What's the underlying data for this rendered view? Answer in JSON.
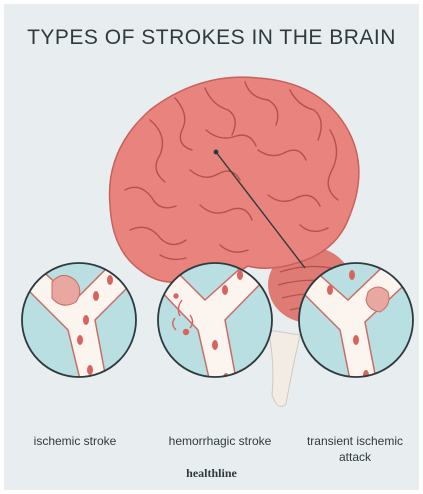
{
  "title": "TYPES OF STROKES IN THE BRAIN",
  "labels": {
    "ischemic": "ischemic stroke",
    "hemorrhagic": "hemorrhagic stroke",
    "tia": "transient ischemic attack"
  },
  "brand": "healthline",
  "colors": {
    "background": "#e8eef0",
    "brain": "#e9837d",
    "brain_fold": "#b8504c",
    "cerebellum": "#dd7b74",
    "vessel_wall": "#fbf4ef",
    "vessel_outline": "#c96e66",
    "cell": "#d9645e",
    "circle_fill": "#b9dfe3",
    "text": "#2f3a3f"
  },
  "icons": [
    "brain-illustration",
    "ischemic-clot-icon",
    "hemorrhage-icon",
    "tia-clot-icon"
  ]
}
